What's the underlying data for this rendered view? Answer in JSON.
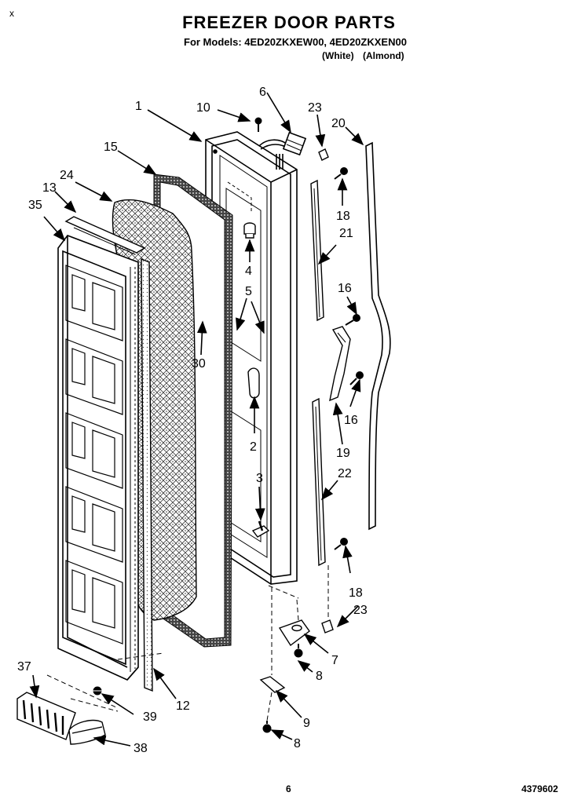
{
  "header": {
    "corner_mark": "x",
    "title": "FREEZER DOOR PARTS",
    "models_line": "For Models: 4ED20ZKXEW00, 4ED20ZKXEN00",
    "color_white": "(White)",
    "color_almond": "(Almond)"
  },
  "footer": {
    "page_number": "6",
    "document_number": "4379602"
  },
  "callouts": {
    "p1": "1",
    "p2": "2",
    "p3": "3",
    "p4": "4",
    "p5": "5",
    "p6": "6",
    "p7": "7",
    "p8a": "8",
    "p8b": "8",
    "p9": "9",
    "p10": "10",
    "p12": "12",
    "p13": "13",
    "p15": "15",
    "p16a": "16",
    "p16b": "16",
    "p18a": "18",
    "p18b": "18",
    "p19": "19",
    "p20": "20",
    "p21": "21",
    "p22": "22",
    "p23a": "23",
    "p23b": "23",
    "p24": "24",
    "p30": "30",
    "p35": "35",
    "p37": "37",
    "p38": "38",
    "p39": "39"
  }
}
